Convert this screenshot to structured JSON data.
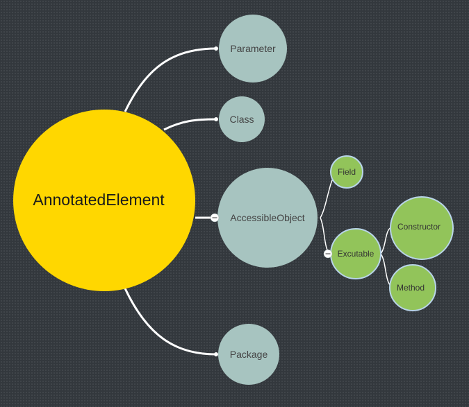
{
  "diagram": {
    "root": {
      "label": "AnnotatedElement",
      "color": "#ffd700"
    },
    "nodes": {
      "parameter": {
        "label": "Parameter",
        "color": "#a7c4c0"
      },
      "class": {
        "label": "Class",
        "color": "#a7c4c0"
      },
      "accessible_object": {
        "label": "AccessibleObject",
        "color": "#a7c4c0"
      },
      "package": {
        "label": "Package",
        "color": "#a7c4c0"
      },
      "field": {
        "label": "Field",
        "color": "#92c45a"
      },
      "excutable": {
        "label": "Excutable",
        "color": "#92c45a"
      },
      "constructor": {
        "label": "Constructor",
        "color": "#92c45a"
      },
      "method": {
        "label": "Method",
        "color": "#92c45a"
      }
    },
    "colors": {
      "background": "#33383d",
      "link": "#ffffff",
      "green_node_border": "#b8d4e8"
    }
  }
}
